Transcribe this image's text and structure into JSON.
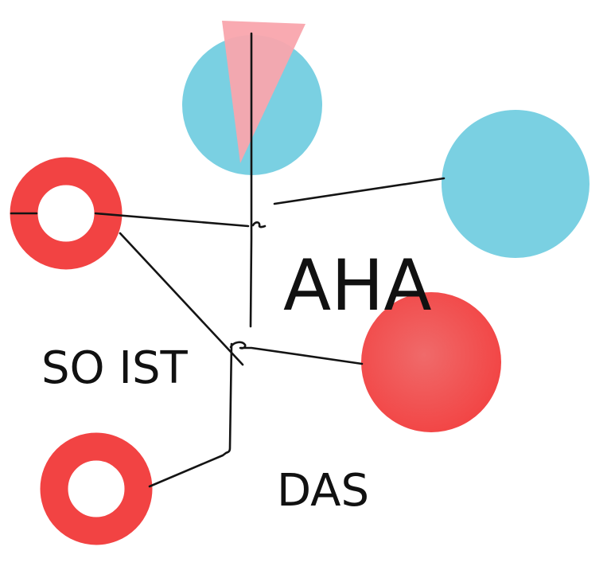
{
  "words": {
    "aha": "AHA",
    "so_ist": "SO IST",
    "das": "DAS"
  },
  "colors": {
    "red": "#f24343",
    "red_gradient_highlight": "#f06a6a",
    "blue": "#7ad0e2",
    "pink": "#f9a5ad",
    "line": "#141414",
    "background": "#ffffff"
  },
  "shapes": [
    {
      "kind": "circle",
      "color": "blue",
      "description": "blue-circle-top"
    },
    {
      "kind": "circle",
      "color": "blue",
      "description": "blue-circle-right"
    },
    {
      "kind": "circle",
      "color": "red",
      "description": "red-circle-filled"
    },
    {
      "kind": "ring",
      "color": "red",
      "description": "red-ring-left"
    },
    {
      "kind": "ring",
      "color": "red",
      "description": "red-ring-bottom"
    },
    {
      "kind": "triangle",
      "color": "pink",
      "description": "pink-pennant"
    }
  ]
}
